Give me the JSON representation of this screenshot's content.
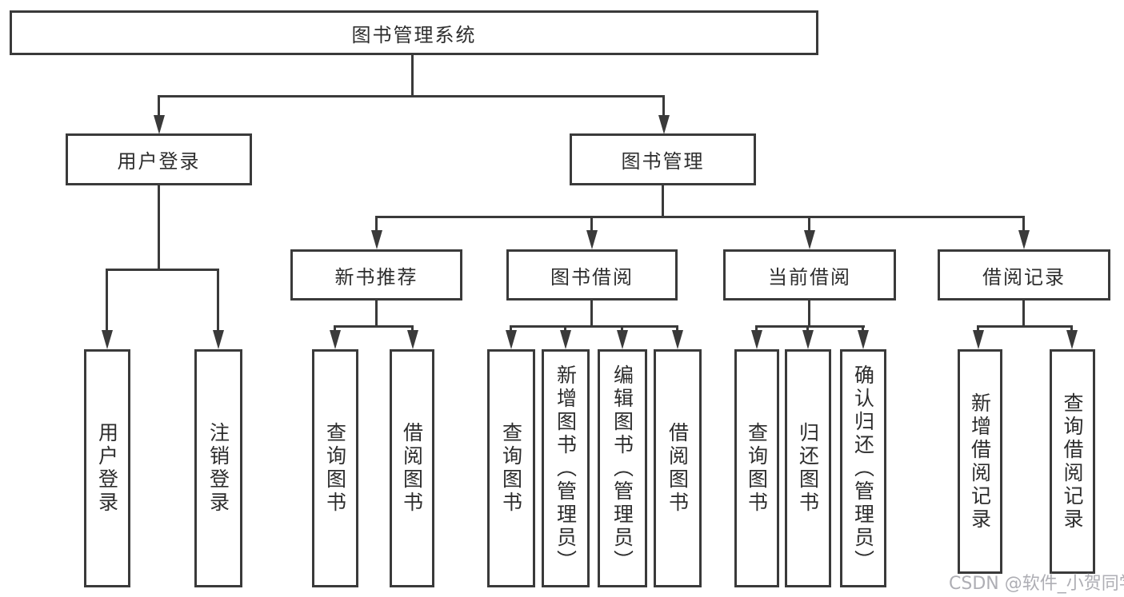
{
  "diagram": {
    "root": "图书管理系统",
    "level2": {
      "user_login": "用户登录",
      "book_management": "图书管理"
    },
    "level3": {
      "new_book_recommendation": "新书推荐",
      "book_borrowing": "图书借阅",
      "current_borrowing": "当前借阅",
      "borrowing_records": "借阅记录"
    },
    "leaves": {
      "user_login": "用户登录",
      "logout_login": "注销登录",
      "recommend_query_books": "查询图书",
      "recommend_borrow_books": "借阅图书",
      "borrow_query_books": "查询图书",
      "borrow_add_books_admin": "新增图书（管理员）",
      "borrow_edit_books_admin": "编辑图书（管理员）",
      "borrow_borrow_books": "借阅图书",
      "current_query_books": "查询图书",
      "current_return_books": "归还图书",
      "current_confirm_return_admin": "确认归还（管理员）",
      "records_add_borrow_record": "新增借阅记录",
      "records_query_borrow_record": "查询借阅记录"
    }
  },
  "watermark": "CSDN @软件_小贺同学",
  "colors": {
    "line": "#3a3a3a",
    "text": "#2d2d2d",
    "bg": "#ffffff",
    "watermark": "#aeaeb4"
  }
}
